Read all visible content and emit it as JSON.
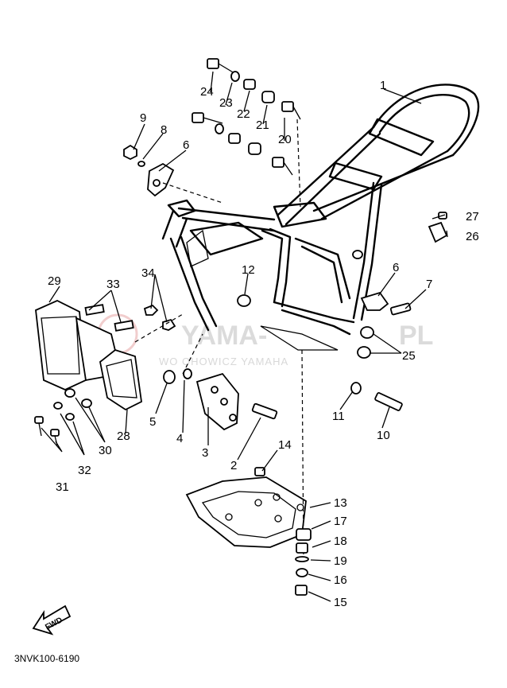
{
  "diagram": {
    "code": "3NVK100-6190",
    "fwd_label": "FWD",
    "watermark": {
      "main": "YAMA-",
      "domain": "PL",
      "sub": "WO   OHOWICZ            YAMAHA"
    },
    "labels": [
      {
        "id": "1",
        "text": "1"
      },
      {
        "id": "2",
        "text": "2"
      },
      {
        "id": "3",
        "text": "3"
      },
      {
        "id": "4",
        "text": "4"
      },
      {
        "id": "5",
        "text": "5"
      },
      {
        "id": "6a",
        "text": "6"
      },
      {
        "id": "6b",
        "text": "6"
      },
      {
        "id": "7",
        "text": "7"
      },
      {
        "id": "8",
        "text": "8"
      },
      {
        "id": "9",
        "text": "9"
      },
      {
        "id": "10",
        "text": "10"
      },
      {
        "id": "11",
        "text": "11"
      },
      {
        "id": "12",
        "text": "12"
      },
      {
        "id": "13",
        "text": "13"
      },
      {
        "id": "14",
        "text": "14"
      },
      {
        "id": "15",
        "text": "15"
      },
      {
        "id": "16",
        "text": "16"
      },
      {
        "id": "17",
        "text": "17"
      },
      {
        "id": "18",
        "text": "18"
      },
      {
        "id": "19",
        "text": "19"
      },
      {
        "id": "20",
        "text": "20"
      },
      {
        "id": "21",
        "text": "21"
      },
      {
        "id": "22",
        "text": "22"
      },
      {
        "id": "23",
        "text": "23"
      },
      {
        "id": "24",
        "text": "24"
      },
      {
        "id": "25",
        "text": "25"
      },
      {
        "id": "26",
        "text": "26"
      },
      {
        "id": "27",
        "text": "27"
      },
      {
        "id": "28",
        "text": "28"
      },
      {
        "id": "29",
        "text": "29"
      },
      {
        "id": "30",
        "text": "30"
      },
      {
        "id": "31",
        "text": "31"
      },
      {
        "id": "32",
        "text": "32"
      },
      {
        "id": "33",
        "text": "33"
      },
      {
        "id": "34",
        "text": "34"
      }
    ]
  }
}
